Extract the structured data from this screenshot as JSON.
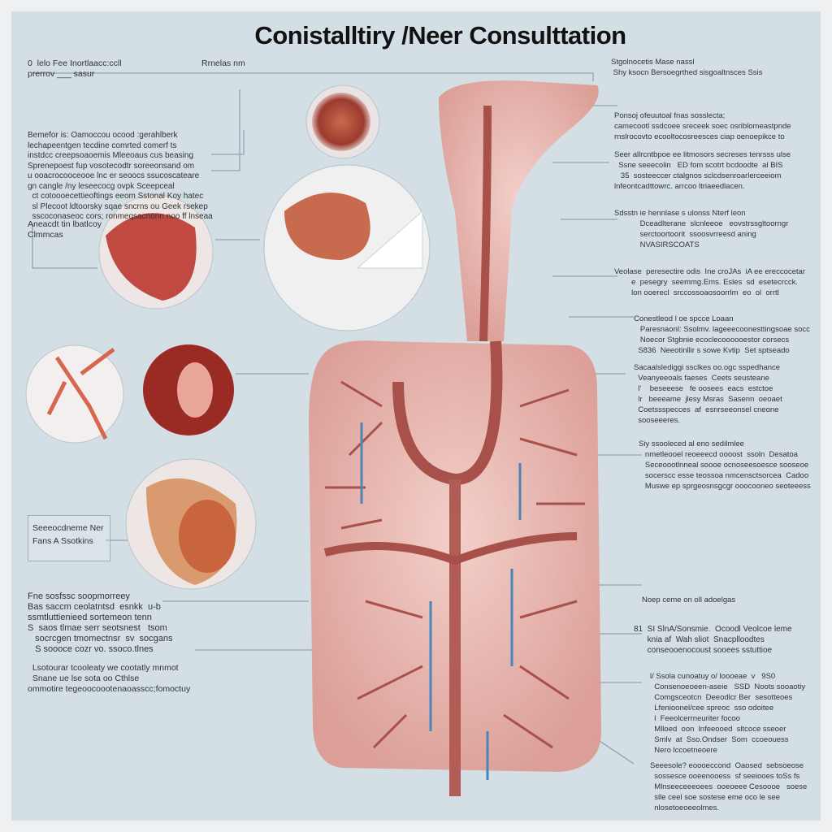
{
  "title": "Conistalltiry /Neer Consulttation",
  "left_labels": [
    {
      "lines": [
        "0  lelo Fee Inortlaacc:ccll",
        "prerrov ___ sasur"
      ]
    },
    {
      "lines": [
        "Rrnelas nm"
      ]
    },
    {
      "lines": [
        "Bemefor is: Oamoccou ocood :gerahlberk",
        "lechapeentgen tecdine comrted comerf ts",
        "instdcc creepsoaoemis Mleeoaus cus beasing",
        "Sprenepoest fup vosotecodtr soreeonsand om",
        "u ooacrocooceooe lnc er seoocs ssucoscateare",
        "gn cangle /ny leseecocg ovpk Sceepceal",
        "  ct cotoooecettieoftings eeom Sstonal Koy hatec",
        "  sl Plecoot ldtoorsky sqae sncrns ou Geek rsekep",
        "  sscoconaseoc cors; ronmeqsacnonn noo ff lnseaa"
      ]
    },
    {
      "lines": [
        "Aneacdt tin lbatlcoy",
        "Clmmcas"
      ]
    },
    {
      "lines": [
        "Seeeocdneme Ner",
        "Fans A Ssotkins"
      ]
    },
    {
      "lines": [
        "Fne sosfssc soopmorreey",
        "Bas saccm ceolatntsd  esnkk  u-b",
        "ssmtluttienieed sortemeon tenn",
        "S  saos tlmae serr seotsnest   tsom",
        "   socrcgen tmomectnsr  sv  socgans",
        "   S soooce cozr vo. ssoco.tlnes"
      ]
    },
    {
      "lines": [
        "  Lsotourar tcooleaty we cootatly mnmot",
        "  Snane ue lse sota oo Cthlse",
        "ommotire tegeoocoootenaoasscc;fomoctuy"
      ]
    }
  ],
  "right_labels": [
    {
      "lines": [
        "Stgolnocetis Mase nassl",
        " Shy ksocn Bersoegrthed sisgoaltnsces Ssis"
      ]
    },
    {
      "lines": [
        "Ponsoj ofeuutoal fnas sosslecta;",
        "camecootl ssdcoee sreceek soec osriblomeastpnde",
        "rnslrocovto ecooltocosreesces ciap oenoepikce to"
      ]
    },
    {
      "lines": [
        "Seer allrcntbpoe ee litmosors secreses tenrsss ulse",
        "  Ssne seeecolin   ED fom scotrt bcdoodte  al BIS",
        "   35  sosteeccer ctalgnos sclcdsenroarlerceeiom",
        "lnfeontcadttowrc. arrcoo ltriaeedlacen."
      ]
    },
    {
      "lines": [
        "Sdsstn ie hennlase s ulonss Nterf leon",
        "            Dceadlterane  slcnleeoe   eovstrssgltoorngr",
        "            serctoortoorit  ssoosvrreesd aning",
        "            NVASIRSCOATS"
      ]
    },
    {
      "lines": [
        "Veolase  peresectire odis  Ine croJAs  iA ee ereccocetar",
        "        e  pesegry  seemmg.Ems. Esles  sd  esetecrcck.",
        "        lon ooerecl  srccossoaosoorrlm  eo  ol  orrtl"
      ]
    },
    {
      "lines": [
        "Conestleod l oe spcce Loaan",
        "   Paresnaonl: Ssolmv. lageeecoonesttingsoae socc",
        "   Noecor Stgbnie ecoclecoooooestor corsecs",
        "  S836  Neeotinllir s sowe Kvtip  Set sptseado"
      ]
    },
    {
      "lines": [
        "Sacaalslediggi ssclkes oo.ogc sspedhance",
        "  Veanyeeoals faeses  Ceets seusteane",
        "  l'    beseeese   fe oosees  eacs  estctoe",
        "  lr   beeeame  jlesy Msras  Sasenn  oeoaet",
        "  Coetssspecces  af  esnrseeonsel cneone",
        "  sooseeeres."
      ]
    },
    {
      "lines": [
        "Siy ssooleced al eno sedilmlee",
        "   nmetleooel reoeeecd oooost  ssoln  Desatoa",
        "   Seceoootlnneal soooe ocnoseesoesce sooseoe",
        "   socerscc esse teossoa nmcensctsorcea  Cadoo",
        "   Muswe ep sprgeosnsgcgr ooocooneo seoteeess"
      ]
    },
    {
      "lines": [
        "Noep ceme on oll adoelgas"
      ]
    },
    {
      "lines": [
        "81  SI SlnA/Sonsmie.  Ocoodl Veolcoe leme",
        "      knia af  Wah sliot  Snacplloodtes",
        "      conseooenocoust sooees sstuttioe"
      ]
    },
    {
      "lines": [
        "l/ Ssola cunoatuy o/ loooeae  v   9S0",
        "  Consenoeoeen-aseie   SSD  Noots sooaotiy",
        "  Comgsceotcn  Deeodlcr Ber  sesotteoes",
        "  Lfenioonel/cee spreoc  sso odoitee",
        "  l  Feeolcerrneuriter focoo",
        "  Mlloed  oon  lnfeeooed  sltcoce sseoer",
        "  Smlv  at  Sso.Ondser  Som  ccoeouess",
        "  Nero lccoetneoere"
      ]
    },
    {
      "lines": [
        "Seeesole? eoooeccond  Oaosed  sebsoeose",
        "  sossesce ooeenooess  sf seeiooes toSs fs",
        "  Mlnseeceeeoees  ooeoeee Cesoooe   soese",
        "  slle ceel soe sostese eme oco le see",
        "  nlosetoeoeeolmes."
      ]
    }
  ],
  "colors": {
    "background": "#d3dfe4",
    "organ": "#e9b4ac",
    "vessel": "#a8504a",
    "accent_blue": "#4a86b6"
  }
}
